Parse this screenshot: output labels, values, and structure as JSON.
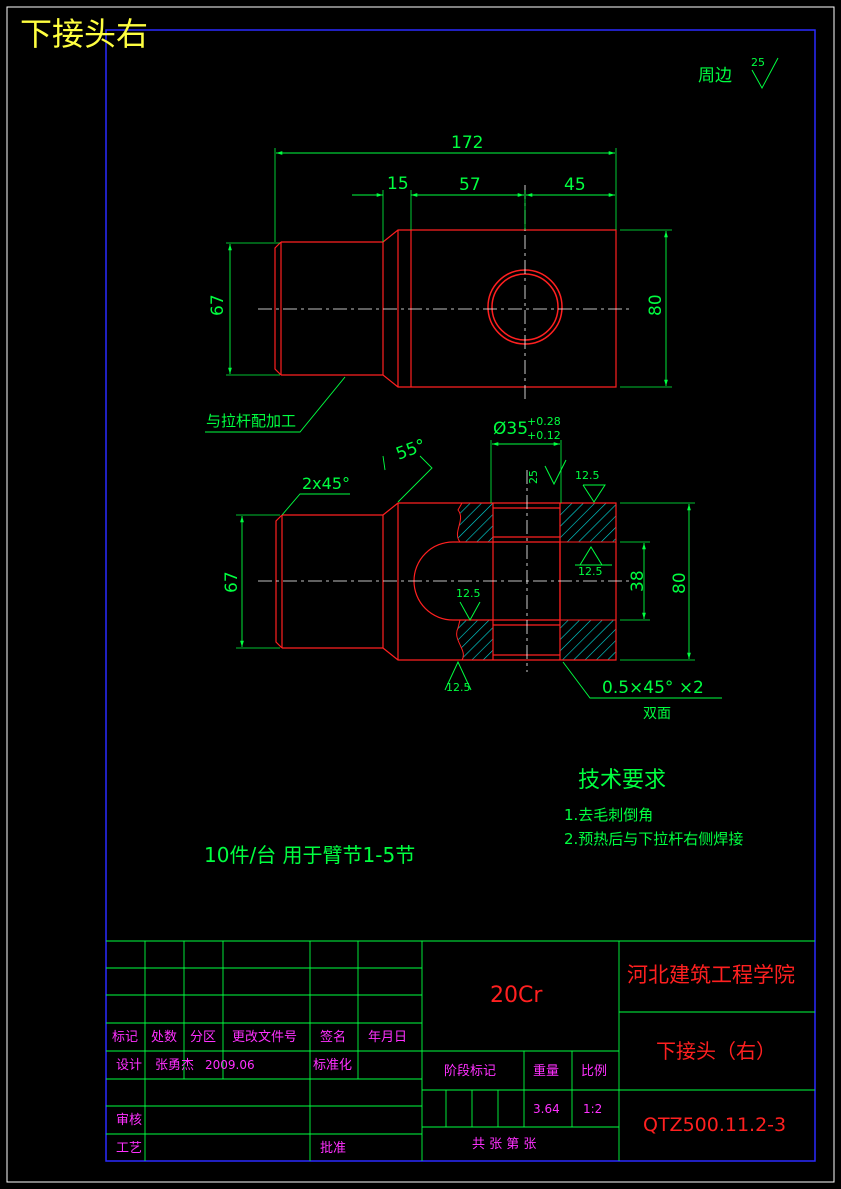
{
  "sheet": {
    "title": "下接头右",
    "roughness_note": "周边",
    "roughness_value": "25"
  },
  "drawing": {
    "dims": {
      "total_length": "172",
      "seg1": "15",
      "seg2": "57",
      "seg3": "45",
      "shaft_dia_top": "67",
      "block_height_top": "80",
      "hole_dia": "Ø35",
      "hole_tol_upper": "+0.28",
      "hole_tol_lower": "+0.12",
      "chamfer_left": "2x45°",
      "weld_angle": "55°",
      "shaft_dia_bottom": "67",
      "slot_width": "38",
      "block_height_bottom": "80",
      "chamfer_note": "0.5×45° ×2",
      "chamfer_sub": "双面"
    },
    "roughness": {
      "hole": "25",
      "top_face": "12.5",
      "slot_top": "12.5",
      "slot_inner": "12.5",
      "bottom_face": "12.5"
    },
    "notes": {
      "machining": "与拉杆配加工",
      "quantity": "10件/台    用于臂节1-5节",
      "tech_title": "技术要求",
      "tech_1": "1.去毛刺倒角",
      "tech_2": "2.预热后与下拉杆右侧焊接"
    }
  },
  "title_block": {
    "headers": {
      "mark": "标记",
      "count": "处数",
      "zone": "分区",
      "change_doc": "更改文件号",
      "signature": "签名",
      "date": "年月日"
    },
    "design_label": "设计",
    "designer": "张勇杰",
    "design_date": "2009.06",
    "standardize": "标准化",
    "review": "审核",
    "process": "工艺",
    "approve": "批准",
    "material": "20Cr",
    "stage_mark": "阶段标记",
    "weight_label": "重量",
    "scale_label": "比例",
    "weight": "3.64",
    "scale": "1:2",
    "sheets": "共  张  第  张",
    "school": "河北建筑工程学院",
    "part_name": "下接头（右）",
    "drawing_no": "QTZ500.11.2-3"
  }
}
